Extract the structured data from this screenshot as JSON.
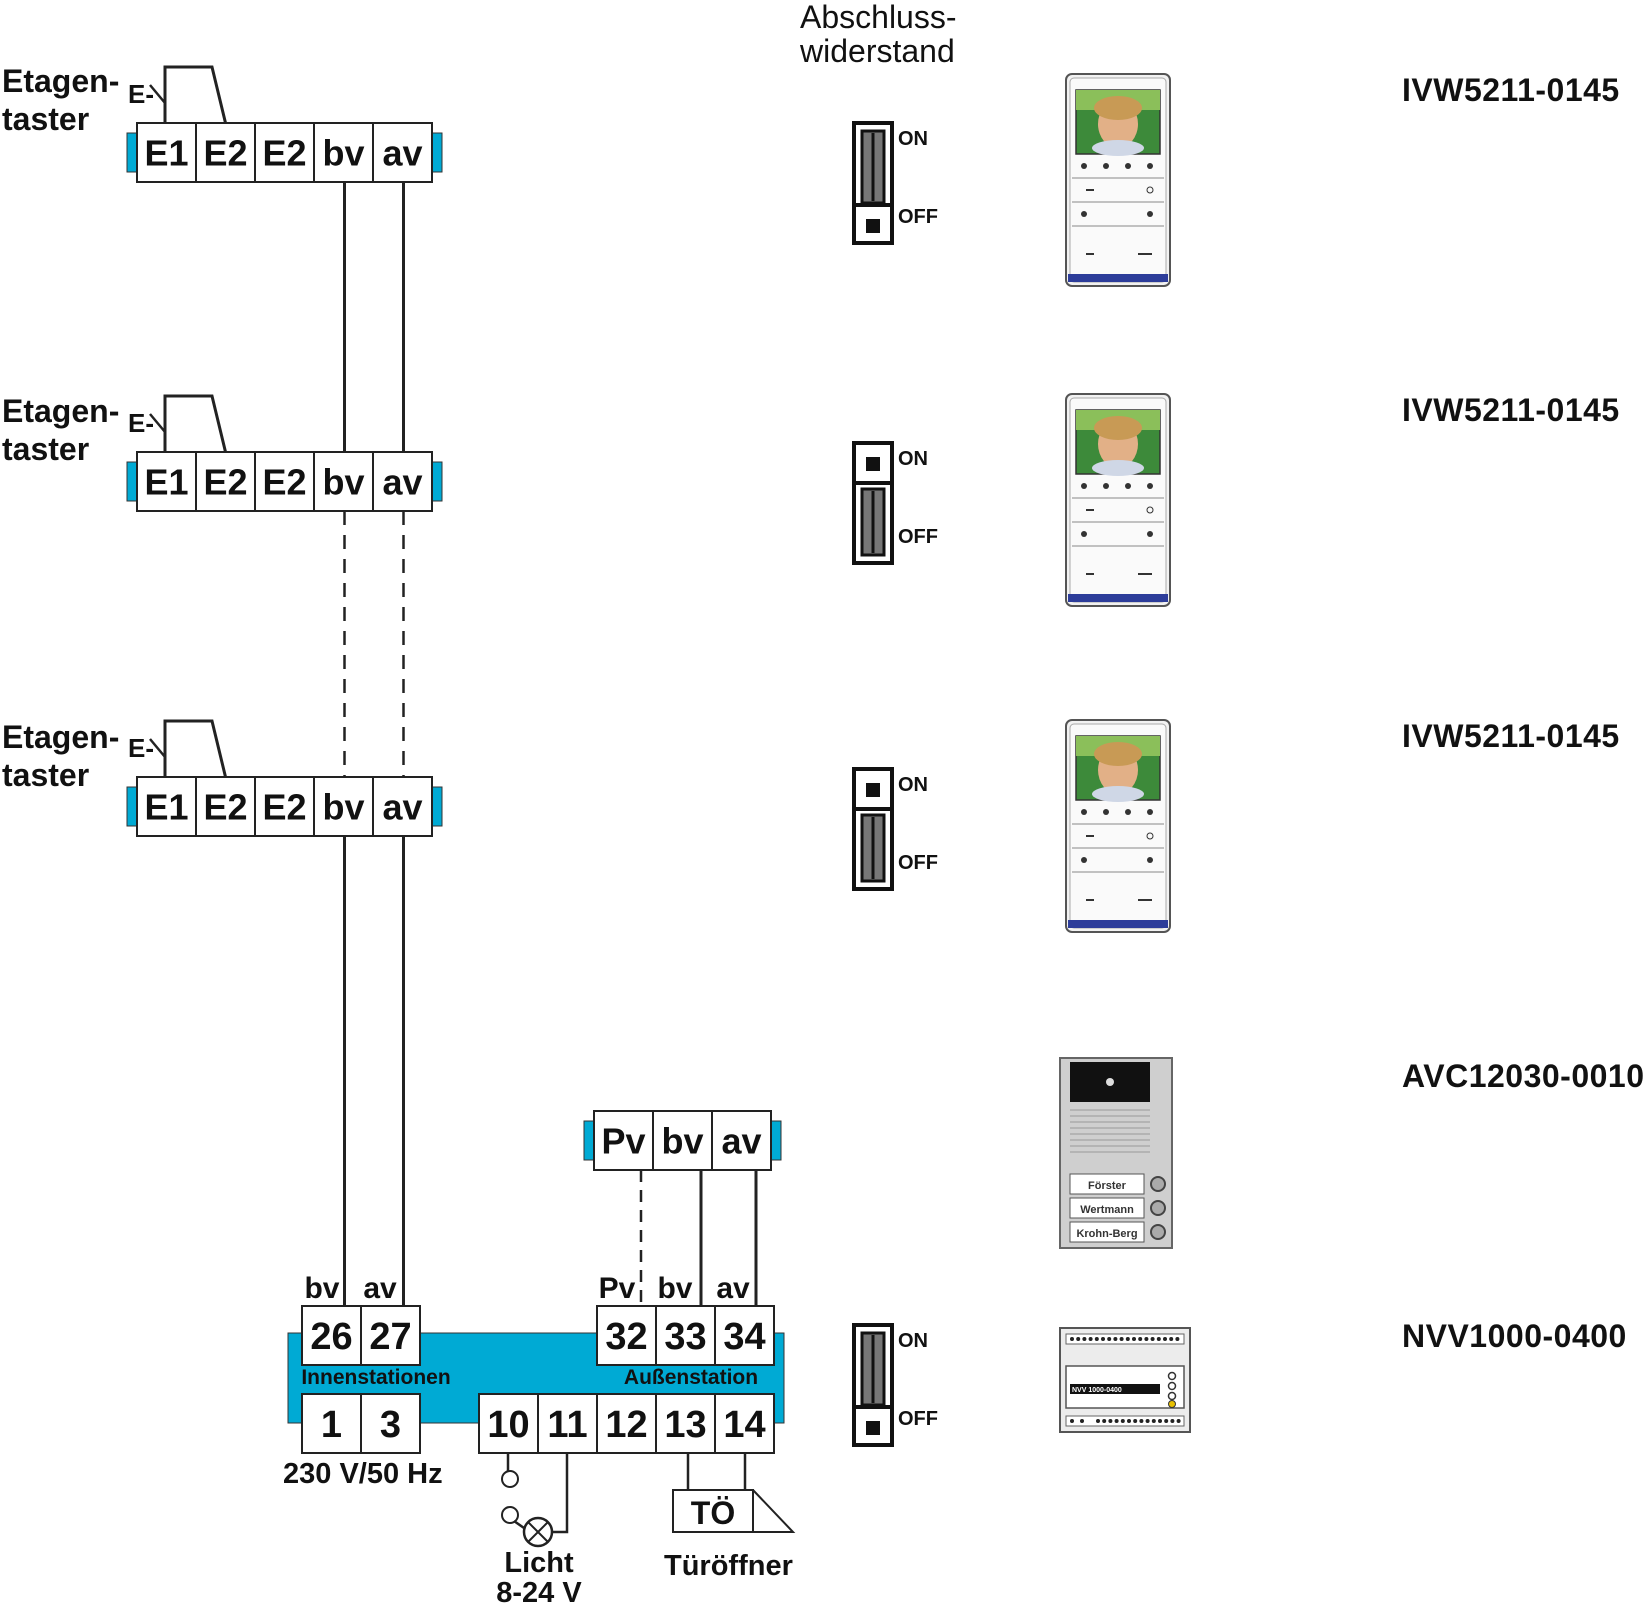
{
  "title": {
    "line1": "Abschluss-",
    "line2": "widerstand"
  },
  "floor_button": {
    "line1": "Etagen-",
    "line2": "taster",
    "symbol": "E-"
  },
  "indoor_terminals": [
    "E1",
    "E2",
    "E2",
    "bv",
    "av"
  ],
  "indoor_stations": [
    {
      "model": "IVW5211-0145",
      "switch_on": "ON",
      "switch_off": "OFF",
      "switch_state": "on"
    },
    {
      "model": "IVW5211-0145",
      "switch_on": "ON",
      "switch_off": "OFF",
      "switch_state": "off"
    },
    {
      "model": "IVW5211-0145",
      "switch_on": "ON",
      "switch_off": "OFF",
      "switch_state": "off"
    }
  ],
  "door_station": {
    "model": "AVC12030-0010",
    "terminals": [
      "Pv",
      "bv",
      "av"
    ],
    "names": [
      "Förster",
      "Wertmann",
      "Krohn-Berg"
    ]
  },
  "power_supply": {
    "model": "NVV1000-0400",
    "device_label": "NVV 1000-0400",
    "switch_on": "ON",
    "switch_off": "OFF",
    "switch_state": "on",
    "top_labels": [
      "bv",
      "av",
      "Pv",
      "bv",
      "av"
    ],
    "top_terminals": [
      "26",
      "27",
      "32",
      "33",
      "34"
    ],
    "group_left": "Innenstationen",
    "group_right": "Außenstation",
    "bottom_terminals": [
      "1",
      "3",
      "10",
      "11",
      "12",
      "13",
      "14"
    ],
    "mains": "230 V/50 Hz"
  },
  "light": {
    "line1": "Licht",
    "line2": "8-24 V"
  },
  "door_opener": {
    "box": "TÖ",
    "label": "Türöffner"
  },
  "colors": {
    "accent": "#00aad4",
    "line": "#222222",
    "device_blue": "#2d3d9a"
  }
}
